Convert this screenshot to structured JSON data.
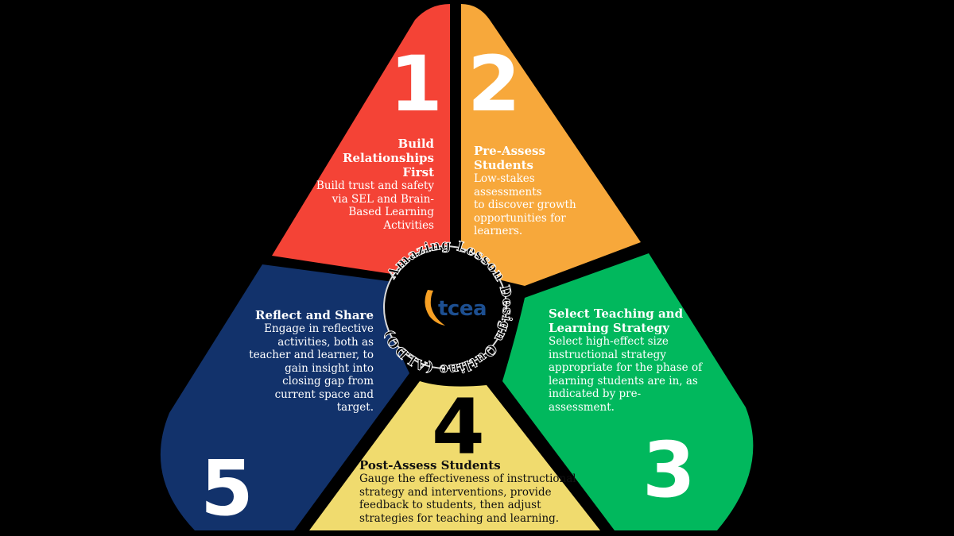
{
  "center": {
    "circular_text": "Amazing Lesson Design Outline (ALDO)",
    "logo_text": "tcea"
  },
  "colors": {
    "red": "#f44336",
    "orange": "#f7a83b",
    "green": "#01b85d",
    "yellow": "#f0db6e",
    "navy": "#12326b"
  },
  "sections": [
    {
      "number": "1",
      "title_lines": [
        "Build",
        "Relationships",
        "First"
      ],
      "body_lines": [
        "Build trust and safety",
        "via SEL and Brain-",
        "Based Learning",
        "Activities"
      ]
    },
    {
      "number": "2",
      "title_lines": [
        "Pre-Assess",
        "Students"
      ],
      "body_lines": [
        "Low-stakes",
        "assessments",
        "to discover growth",
        "opportunities for",
        "learners."
      ]
    },
    {
      "number": "3",
      "title_lines": [
        "Select Teaching and",
        "Learning Strategy"
      ],
      "body_lines": [
        "Select high-effect size",
        "instructional strategy",
        "appropriate for the phase of",
        "learning students are in, as",
        "indicated by pre-",
        "assessment."
      ]
    },
    {
      "number": "4",
      "title_lines": [
        "Post-Assess Students"
      ],
      "body_lines": [
        "Gauge the effectiveness of instructional",
        "strategy and interventions, provide",
        "feedback to students, then adjust",
        "strategies for teaching and learning."
      ]
    },
    {
      "number": "5",
      "title_lines": [
        "Reflect and Share"
      ],
      "body_lines": [
        "Engage in reflective",
        "activities, both as",
        "teacher and learner, to",
        "gain insight into",
        "closing gap from",
        "current space and",
        "target."
      ]
    }
  ]
}
